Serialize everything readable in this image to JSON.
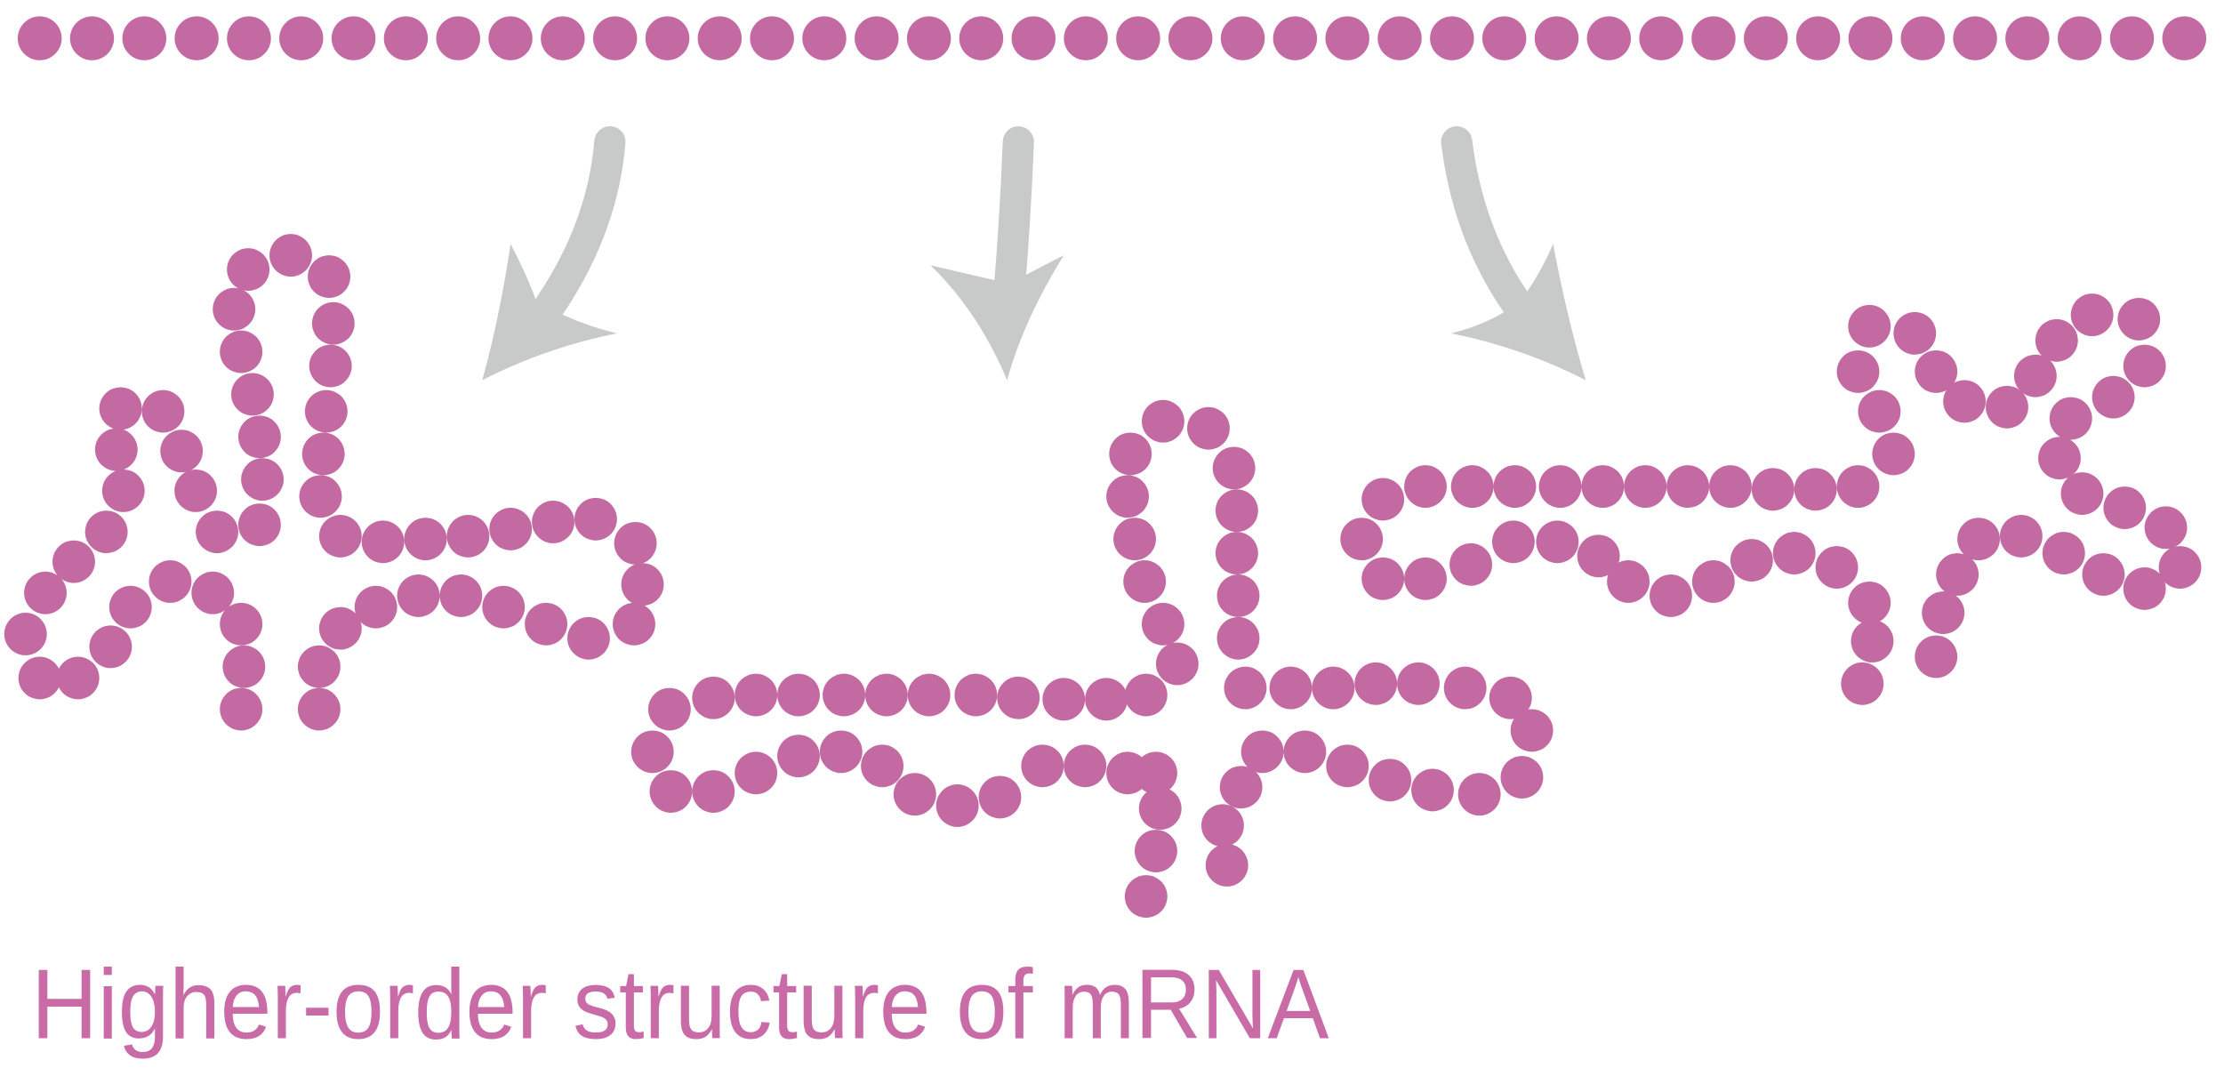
{
  "title": "Higher-order structure of mRNA",
  "colors": {
    "strand": "#c46aa3",
    "arrow": "#c8c9c9",
    "caption": "#c96ba6"
  },
  "diagram": {
    "linear_strand_bead_count": 42,
    "folded_structures": [
      "fold-variant-1",
      "fold-variant-2",
      "fold-variant-3"
    ]
  }
}
